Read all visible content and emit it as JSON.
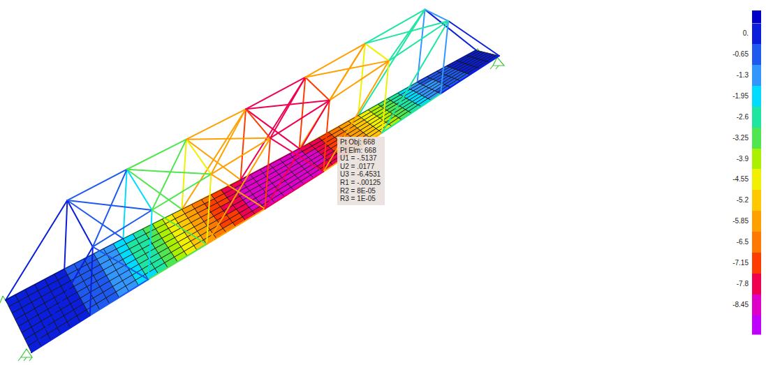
{
  "diagram": {
    "nodes": [
      {
        "text": [
          "Pt Obj: 668",
          "Pt Elm: 668",
          "U1 = -.5137",
          "U2 = .0177",
          "U3 = -6.4531",
          "R1 = -.00125",
          "R2 = 8E-05",
          "R3 = 1E-05"
        ]
      }
    ],
    "legend": [
      {
        "text": "0.",
        "color": "#0a1edc"
      },
      {
        "text": "-0.65",
        "color": "#1e5af0"
      },
      {
        "text": "-1.3",
        "color": "#3296ff"
      },
      {
        "text": "-1.95",
        "color": "#00dcff"
      },
      {
        "text": "-2.6",
        "color": "#1ee6a0"
      },
      {
        "text": "-3.25",
        "color": "#50e650"
      },
      {
        "text": "-3.9",
        "color": "#aaf000"
      },
      {
        "text": "-4.55",
        "color": "#f0f000"
      },
      {
        "text": "-5.2",
        "color": "#ffc800"
      },
      {
        "text": "-5.85",
        "color": "#ffa000"
      },
      {
        "text": "-6.5",
        "color": "#ff7800"
      },
      {
        "text": "-7.15",
        "color": "#ff3c00"
      },
      {
        "text": "-7.8",
        "color": "#f00050"
      },
      {
        "text": "-8.45",
        "color": "#dc00c8"
      }
    ]
  }
}
